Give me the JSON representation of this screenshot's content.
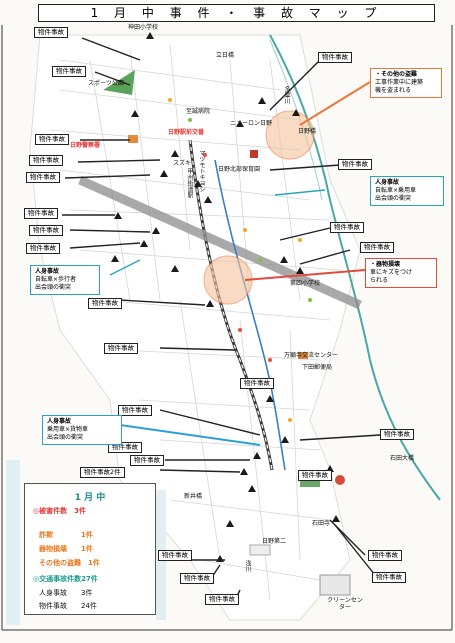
{
  "title": "1 月 中 事 件 ・ 事 故 マ ッ プ",
  "incident_labels": [
    "物件事故",
    "物件事故",
    "物件事故",
    "物件事故",
    "物件事故",
    "物件事故",
    "物件事故",
    "物件事故",
    "物件事故",
    "物件事故",
    "物件事故",
    "物件事故",
    "物件事故",
    "物件事故",
    "物件事故",
    "物件事故",
    "物件事故",
    "物件事故",
    "物件事故",
    "物件事故",
    "物件事故",
    "物件事故",
    "物件事故",
    "物件事故",
    "物件事故",
    "物件事故2件"
  ],
  "callouts": {
    "theft": {
      "head": "・その他の盗難",
      "body1": "工事作業中に建築",
      "body2": "機を盗まれる"
    },
    "damage": {
      "head": "・器物損壊",
      "body1": "車にキズをつけ",
      "body2": "られる"
    },
    "injury1": {
      "head": "人身事故",
      "body1": "自転車×歩行者",
      "body2": "出会頭の衝突"
    },
    "injury2": {
      "head": "人身事故",
      "body1": "自転車×乗用車",
      "body2": "出会頭の衝突"
    },
    "injury3": {
      "head": "人身事故",
      "body1": "乗用車×貨物車",
      "body2": "出会頭の衝突"
    }
  },
  "places": {
    "kanda_school": "神田小学校",
    "sports": "スポーツ公園",
    "tachihi": "立日橋",
    "hino_police": "日野警察署",
    "shoueien": "至誠病院",
    "hino_station_office": "日野駅前交番",
    "new_city": "ニューロン日野",
    "hino_bridge": "日野橋",
    "suzuki": "スズキ",
    "kamiyama": "マツモトキヨシ",
    "koshu": "甲州街道駅",
    "hino_kita": "日野北部保育園",
    "daisan_elem": "第四小学校",
    "bankai": "万願寺交流センター",
    "shimo_post": "下田郵便局",
    "ishida_bridge": "石田大橋",
    "shin_ikebashi": "新井橋",
    "ishida_temple": "石田寺",
    "hino_school": "日野第二",
    "asa_river": "浅川",
    "tama_river": "多摩川",
    "clean_center": "クリーンセンター"
  },
  "summary": {
    "title": "1 月 中",
    "crime_head": "◎被害件数　3件",
    "crime_items": [
      "詐欺　　　　1件",
      "器物損壊　　1件",
      "その他の盗難　1件"
    ],
    "traffic_head": "◎交通事故件数27件",
    "traffic_items": [
      "人身事故　　3件",
      "物件事故　　24件"
    ]
  }
}
